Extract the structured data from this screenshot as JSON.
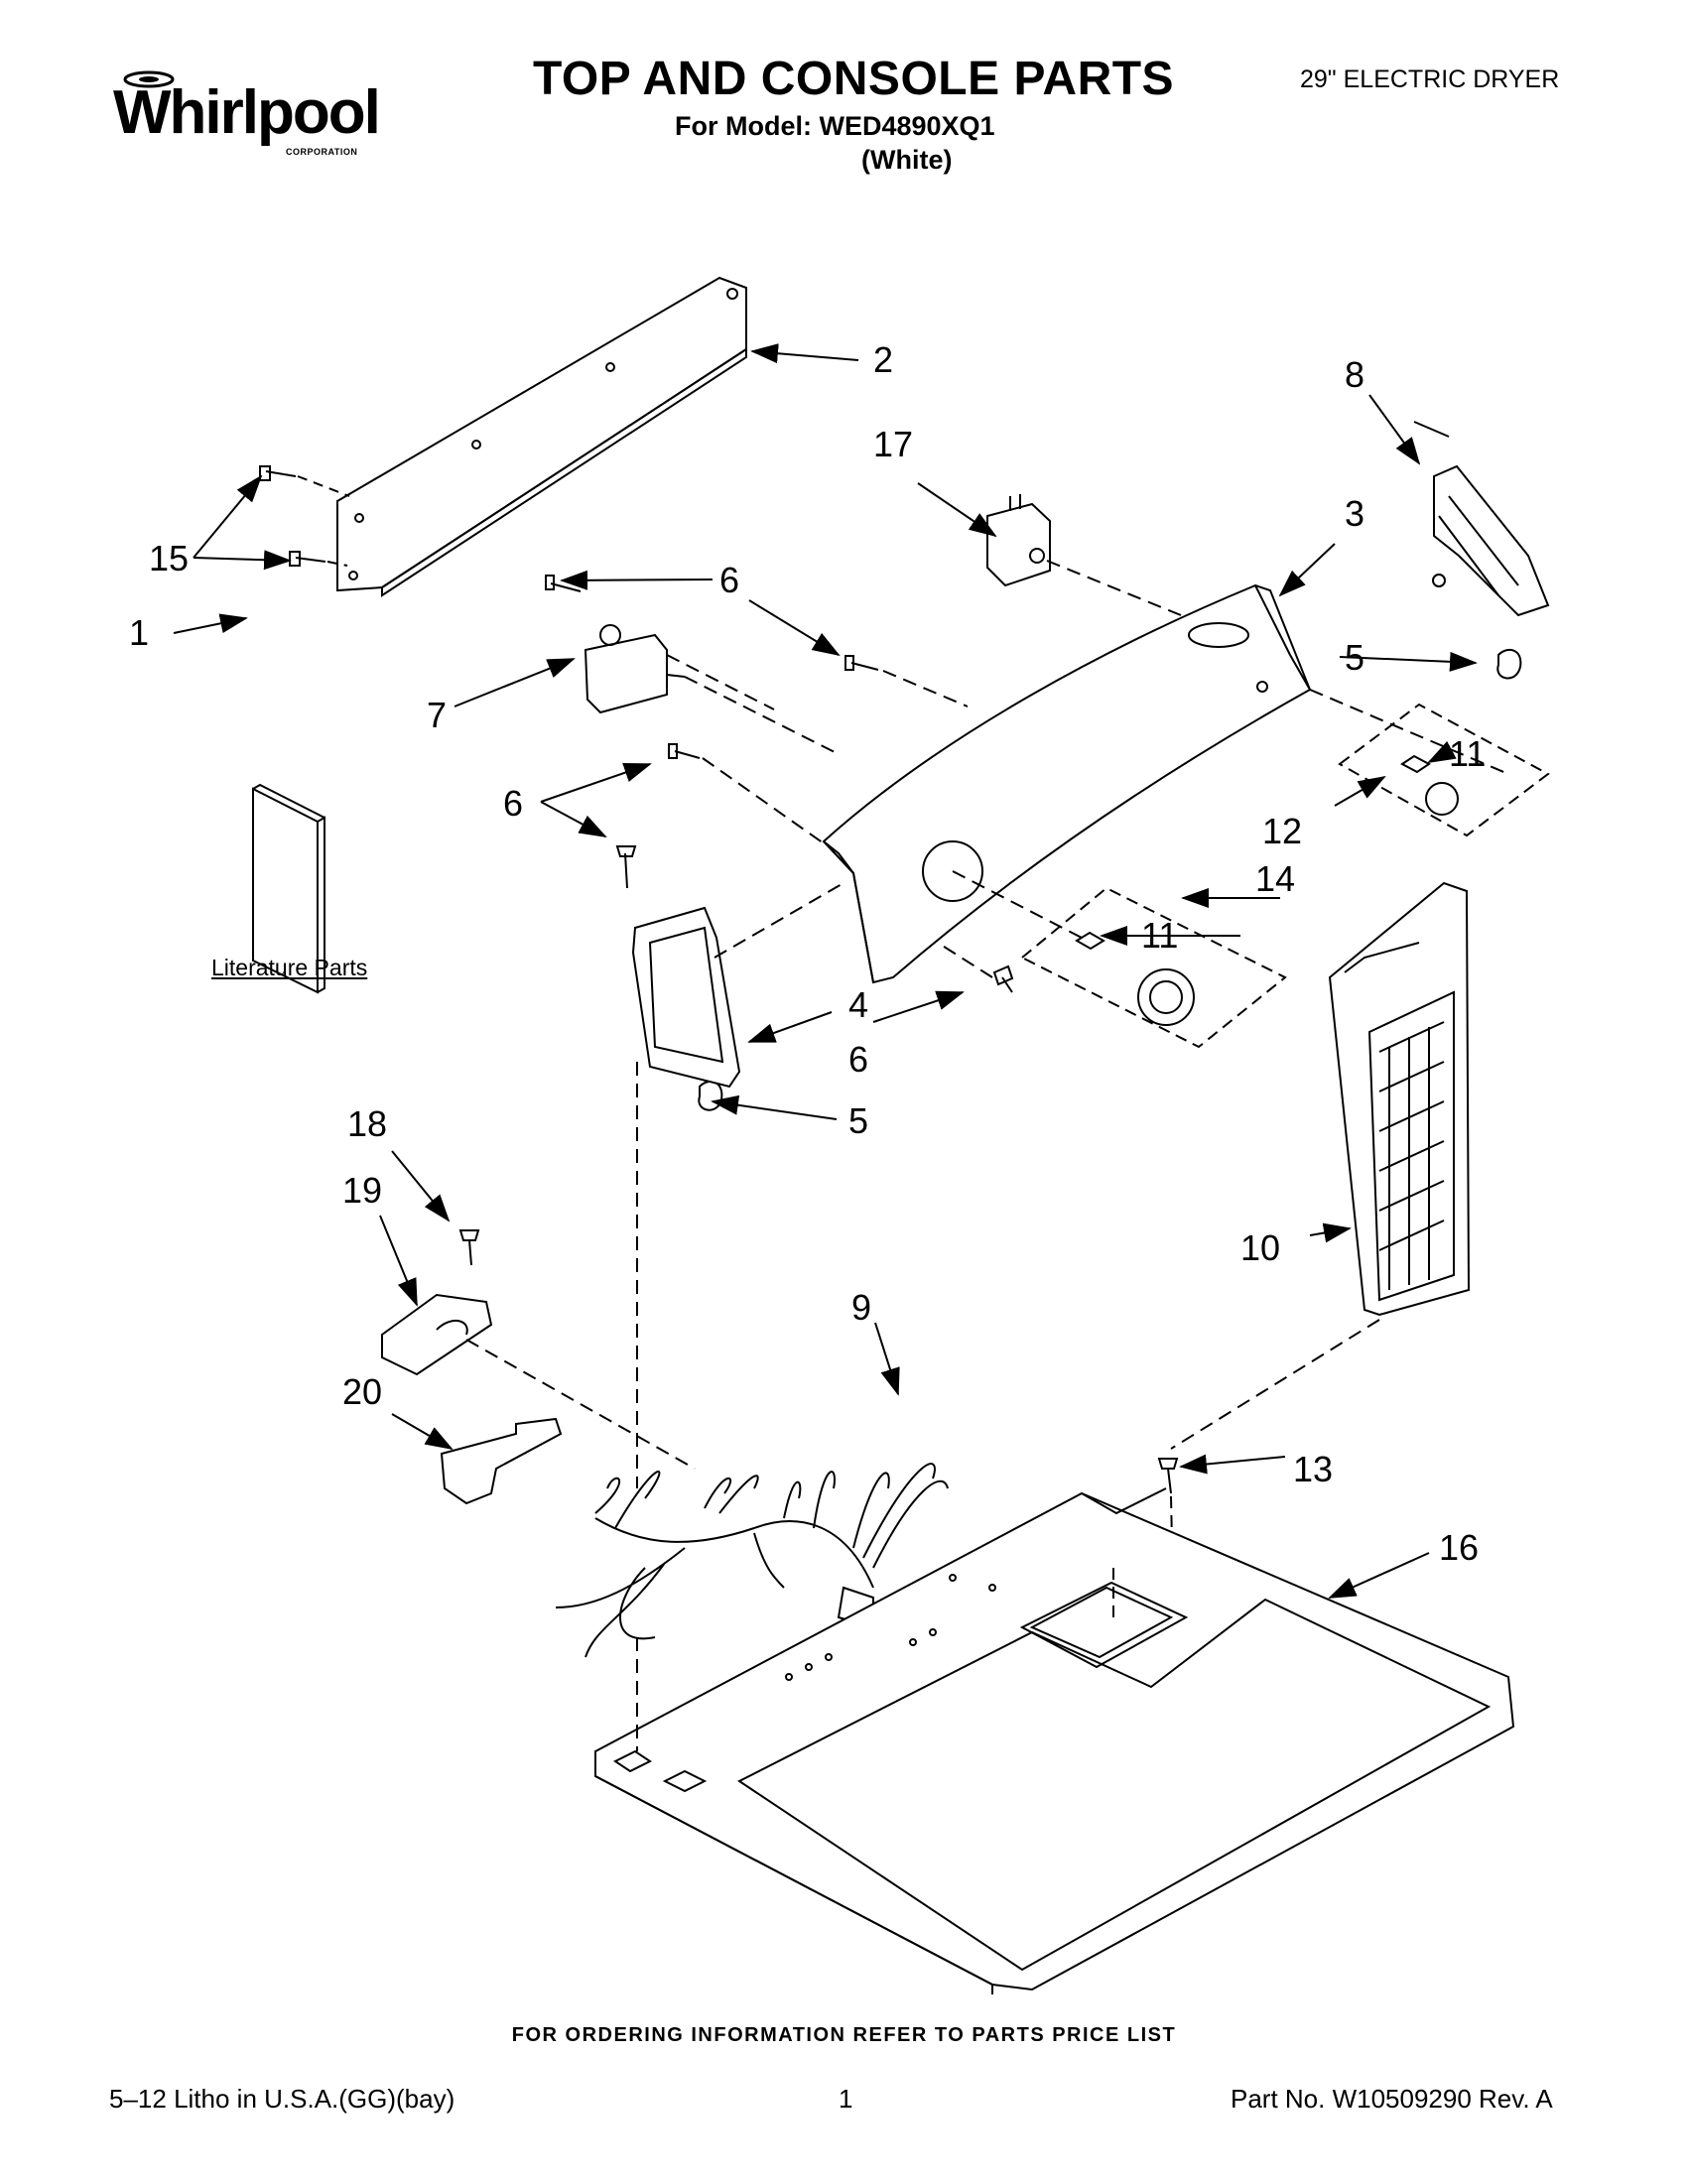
{
  "header": {
    "brand": "Whirlpool",
    "brand_sub": "CORPORATION",
    "title": "TOP AND CONSOLE PARTS",
    "model_line": "For Model: WED4890XQ1",
    "color_line": "(White)",
    "product_type": "29\" ELECTRIC DRYER"
  },
  "diagram": {
    "literature_label": "Literature Parts",
    "callouts": {
      "c1": "1",
      "c2": "2",
      "c3": "3",
      "c4": "4",
      "c5a": "5",
      "c5b": "5",
      "c6a": "6",
      "c6b": "6",
      "c6c": "6",
      "c7": "7",
      "c8": "8",
      "c9": "9",
      "c10": "10",
      "c11a": "11",
      "c11b": "11",
      "c12": "12",
      "c13": "13",
      "c14": "14",
      "c15": "15",
      "c16": "16",
      "c17": "17",
      "c18": "18",
      "c19": "19",
      "c20": "20"
    }
  },
  "footer": {
    "order_info": "FOR ORDERING INFORMATION REFER TO PARTS PRICE LIST",
    "litho": "5–12 Litho in U.S.A.(GG)(bay)",
    "page": "1",
    "part_no": "Part No. W10509290 Rev. A"
  }
}
